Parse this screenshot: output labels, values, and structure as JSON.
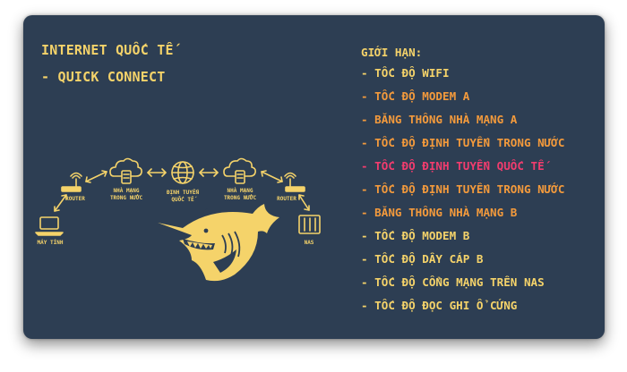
{
  "title": {
    "line1": "INTERNET QUỐC TẾ",
    "line2": "- QUICK CONNECT"
  },
  "diagram": {
    "router_left": "ROUTER",
    "isp_left_1": "NHÀ MẠNG",
    "isp_left_2": "TRONG NƯỚC",
    "intl_routing_1": "ĐỊNH TUYẾN",
    "intl_routing_2": "QUỐC TẾ",
    "isp_right_1": "NHÀ MẠNG",
    "isp_right_2": "TRONG NƯỚC",
    "router_right": "ROUTER",
    "computer": "MÁY TÍNH",
    "nas": "NAS"
  },
  "limits": {
    "heading": "GIỚI HẠN:",
    "items": [
      {
        "text": "- TỐC ĐỘ WIFI",
        "color": "#f5d36a"
      },
      {
        "text": "- TỐC ĐỘ MODEM A",
        "color": "#f39a3c"
      },
      {
        "text": "- BĂNG THÔNG NHÀ MẠNG A",
        "color": "#f39a3c"
      },
      {
        "text": "- TỐC ĐỘ ĐỊNH TUYẾN TRONG NƯỚC",
        "color": "#f39a3c"
      },
      {
        "text": "- TỐC ĐỘ ĐỊNH TUYẾN QUỐC TẾ",
        "color": "#f23c6e"
      },
      {
        "text": "- TỐC ĐỘ ĐỊNH TUYẾN TRONG NƯỚC",
        "color": "#f39a3c"
      },
      {
        "text": "- BĂNG THÔNG NHÀ MẠNG B",
        "color": "#f39a3c"
      },
      {
        "text": "- TỐC ĐỘ MODEM B",
        "color": "#f5d36a"
      },
      {
        "text": "- TỐC ĐỘ DÂY CÁP B",
        "color": "#f5d36a"
      },
      {
        "text": "- TỐC ĐỘ CỔNG MẠNG TRÊN NAS",
        "color": "#f5d36a"
      },
      {
        "text": "- TỐC ĐỘ ĐỌC GHI Ổ CỨNG",
        "color": "#f5d36a"
      }
    ]
  },
  "colors": {
    "background": "#2d3e53",
    "accent_yellow": "#f5d36a",
    "accent_orange": "#f39a3c",
    "accent_red": "#f23c6e"
  }
}
